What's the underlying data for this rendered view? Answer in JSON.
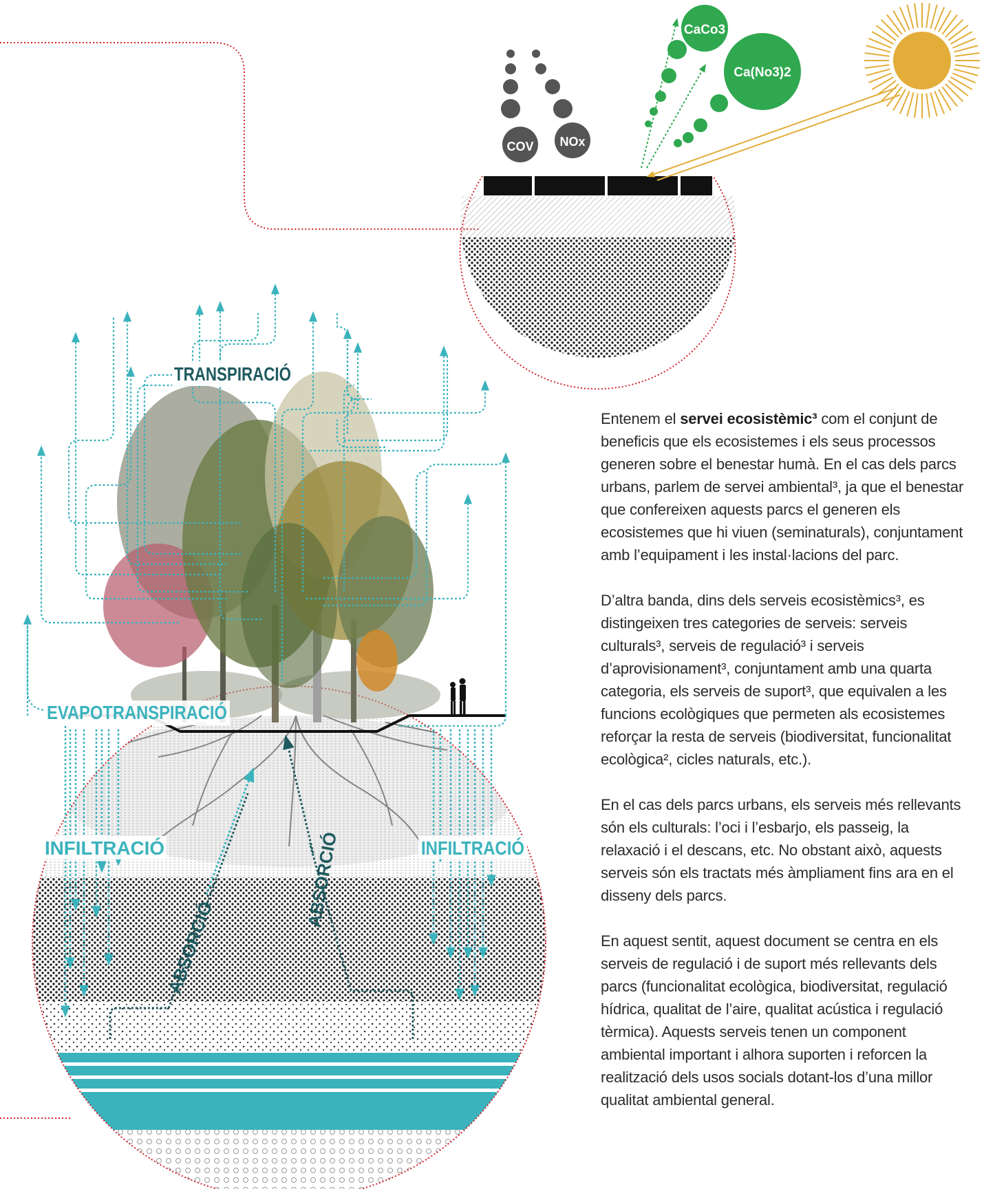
{
  "diagram": {
    "labels": {
      "transpiracio": "TRANSPIRACIÓ",
      "evapotranspiracio": "EVAPOTRANSPIRACIÓ",
      "infiltracio_left": "INFILTRACIÓ",
      "infiltracio_right": "INFILTRACIÓ",
      "absorcio_left": "ABSORCIÓ",
      "absorcio_right": "ABSORCIÓ"
    },
    "pollutants": {
      "cov": "COV",
      "nox": "NOx"
    },
    "products": {
      "caco3": "CaCo3",
      "cano3": "Ca(No3)2"
    },
    "colors": {
      "teal": "#3bb3bd",
      "dark_teal": "#1f5a5f",
      "green": "#2fa84f",
      "sun": "#e3ad3a",
      "red_dotted": "#d2232a",
      "grey_ball": "#555555"
    }
  },
  "text": {
    "p1_pre": "Entenem el ",
    "p1_bold": "servei ecosistèmic³",
    "p1_post": " com el conjunt de beneficis que els ecosistemes i els seus processos generen sobre el benestar humà. En el cas dels parcs urbans, parlem de servei ambiental³, ja que el benestar que confereixen aquests parcs el generen els ecosistemes que hi viuen (seminaturals), conjuntament amb l’equipament i les instal·lacions del parc.",
    "p2": "D’altra banda, dins dels serveis ecosistèmics³, es distingeixen tres categories de serveis: serveis culturals³, serveis de regulació³ i serveis d’aprovisionament³, conjuntament amb una quarta categoria, els serveis de suport³, que equivalen a les funcions ecològiques que permeten als ecosistemes reforçar la resta de serveis (biodiversitat, funcionalitat ecològica², cicles naturals, etc.).",
    "p3": "En el cas dels parcs urbans, els serveis més rellevants són els culturals: l’oci i l’esbarjo, els passeig, la relaxació i el descans, etc. No obstant això, aquests serveis són els tractats més àmpliament fins ara en el disseny dels parcs.",
    "p4": "En aquest sentit, aquest document se centra en els serveis de regulació i de suport més rellevants dels parcs (funcionalitat ecològica, biodiversitat, regulació hídrica, qualitat de l’aire, qualitat acústica i regulació tèrmica). Aquests serveis tenen un component ambiental important i alhora suporten i reforcen la realització dels usos socials dotant-los d’una millor qualitat ambiental general."
  }
}
